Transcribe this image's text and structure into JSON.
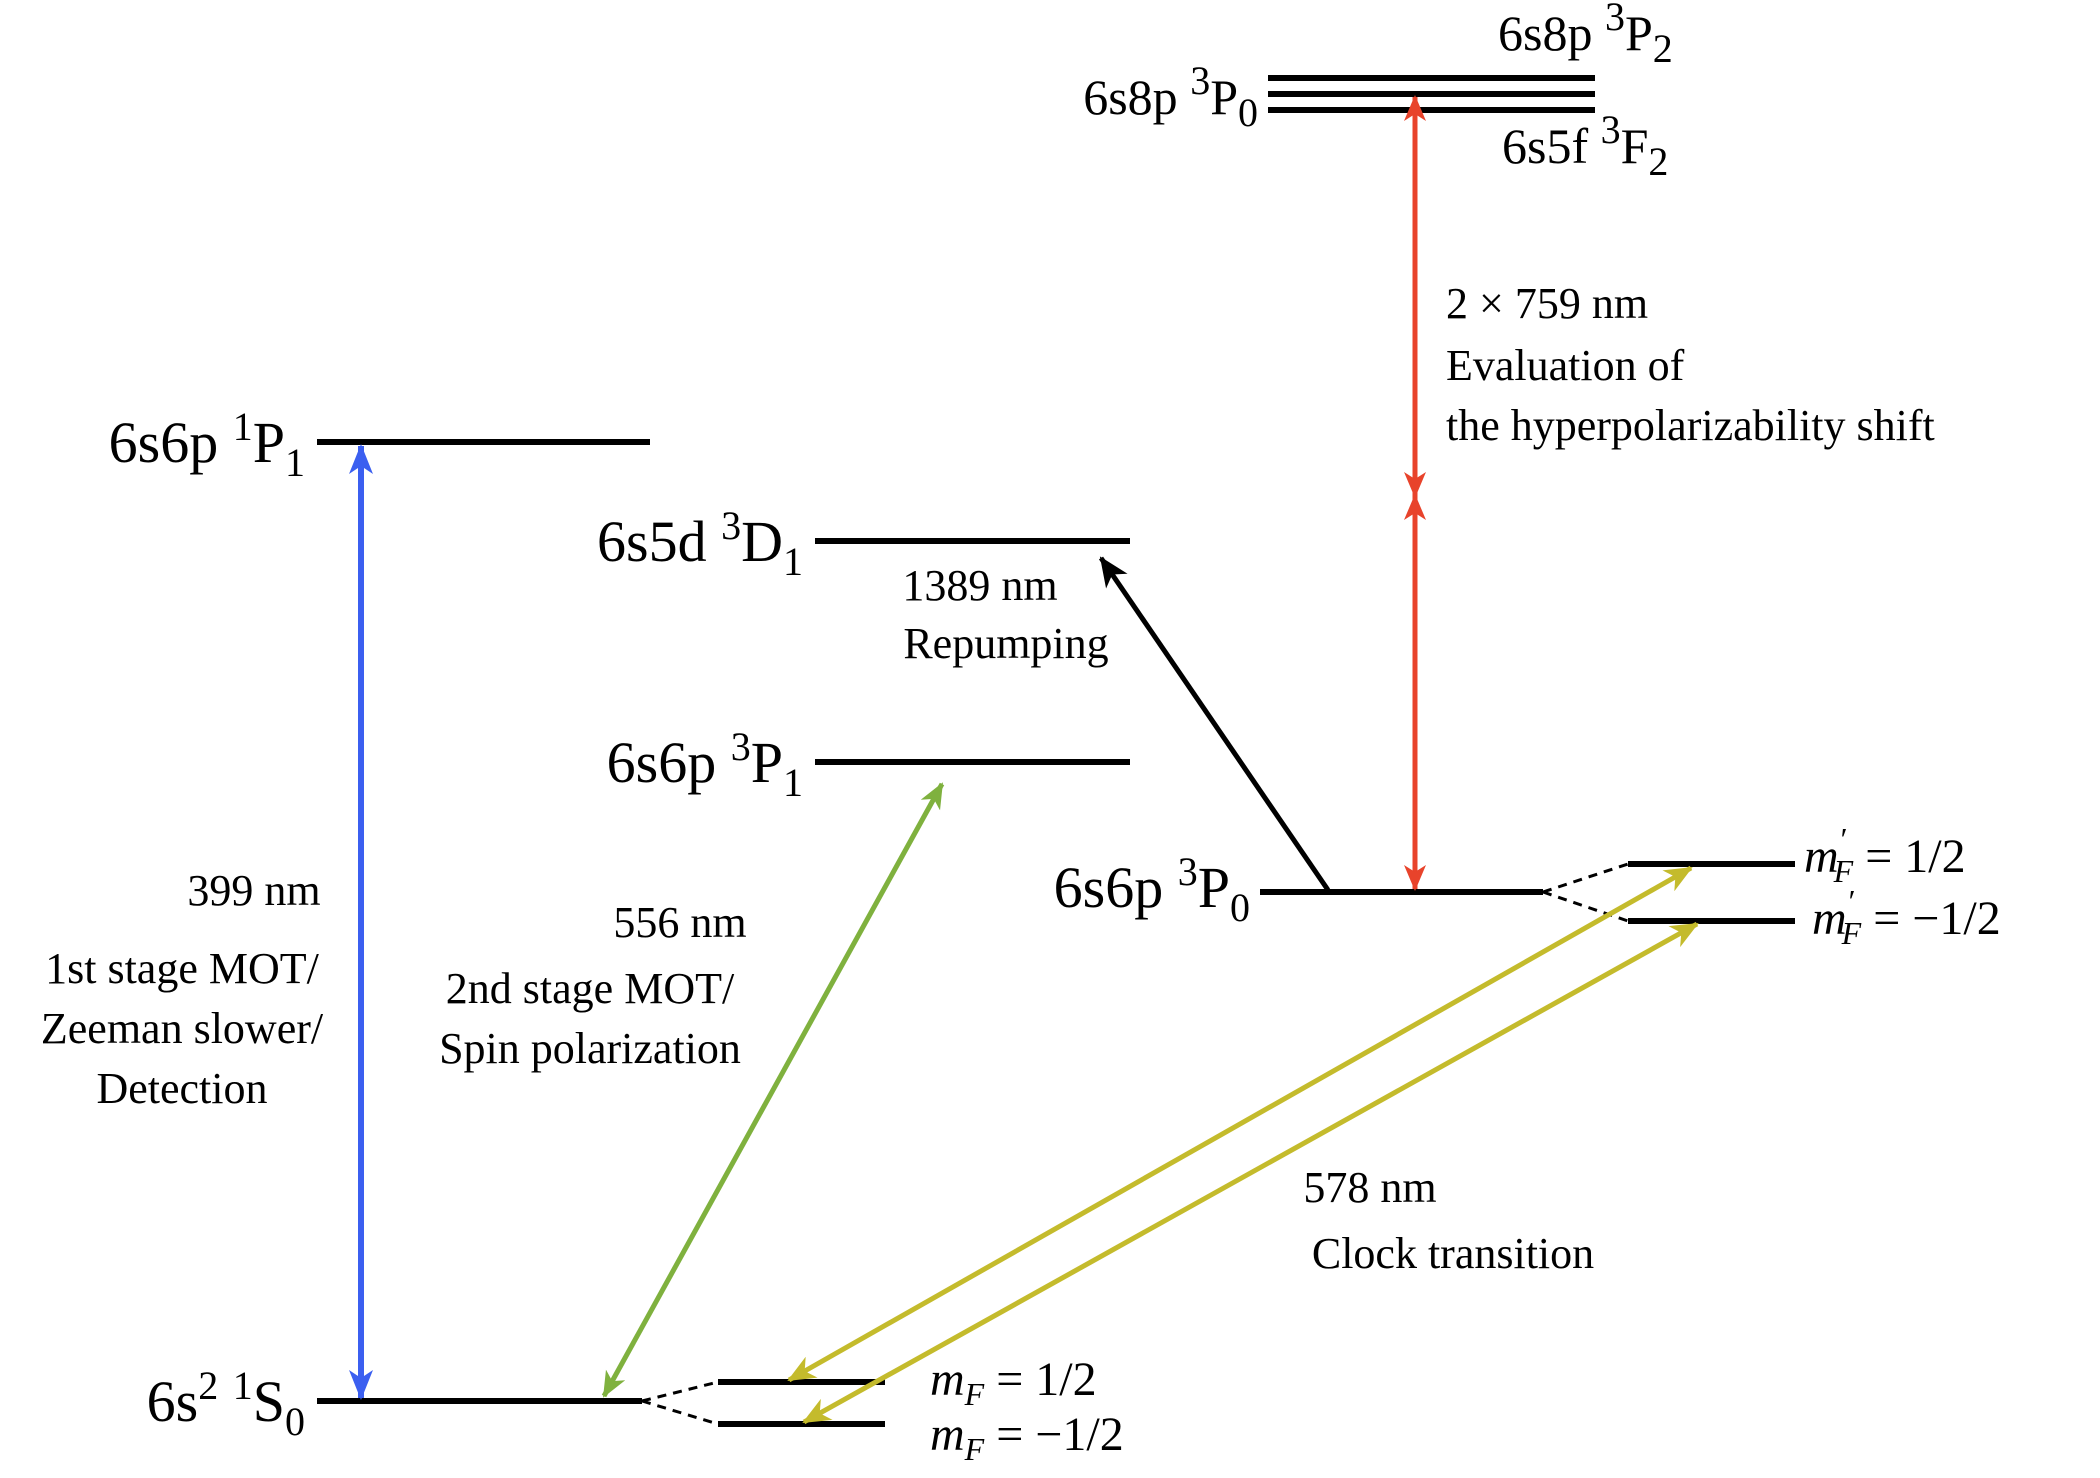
{
  "levels": {
    "s0": {
      "main": "6s",
      "sup1": "2",
      "space": " ",
      "sup2": "1",
      "letter": "S",
      "sub": "0"
    },
    "p1_singlet": {
      "main": "6s6p ",
      "sup": "1",
      "letter": "P",
      "sub": "1"
    },
    "d1": {
      "main": "6s5d ",
      "sup": "3",
      "letter": "D",
      "sub": "1"
    },
    "p1_triplet": {
      "main": "6s6p ",
      "sup": "3",
      "letter": "P",
      "sub": "1"
    },
    "p0": {
      "main": "6s6p ",
      "sup": "3",
      "letter": "P",
      "sub": "0"
    },
    "s8p_p0": {
      "main": "6s8p ",
      "sup": "3",
      "letter": "P",
      "sub": "0"
    },
    "s8p_p2": {
      "main": "6s8p ",
      "sup": "3",
      "letter": "P",
      "sub": "2"
    },
    "s5f_f2": {
      "main": "6s5f ",
      "sup": "3",
      "letter": "F",
      "sub": "2"
    }
  },
  "sublevels": {
    "ground_up": {
      "m": "m",
      "sub": "F",
      "eq": " = 1/2"
    },
    "ground_down": {
      "m": "m",
      "sub": "F",
      "eq": " = −1/2"
    },
    "excited_up": {
      "m": "m",
      "prime": "′",
      "sub": "F",
      "eq": " = 1/2"
    },
    "excited_down": {
      "m": "m",
      "prime": "′",
      "sub": "F",
      "eq": " = −1/2"
    }
  },
  "transitions": {
    "blue": {
      "color": "#3b5ff0",
      "lines": [
        "399 nm",
        "1st stage MOT/",
        "Zeeman slower/",
        "Detection"
      ]
    },
    "green": {
      "color": "#7fb13e",
      "lines": [
        "556 nm",
        "2nd stage MOT/",
        "Spin polarization"
      ]
    },
    "repump": {
      "color": "#000000",
      "lines": [
        "1389 nm",
        "Repumping"
      ]
    },
    "red": {
      "color": "#e8432b",
      "lines": [
        "2 × 759 nm",
        "Evaluation of",
        "the hyperpolarizability shift"
      ]
    },
    "clock": {
      "color": "#c4bb2c",
      "lines": [
        "578 nm",
        "Clock transition"
      ]
    }
  }
}
